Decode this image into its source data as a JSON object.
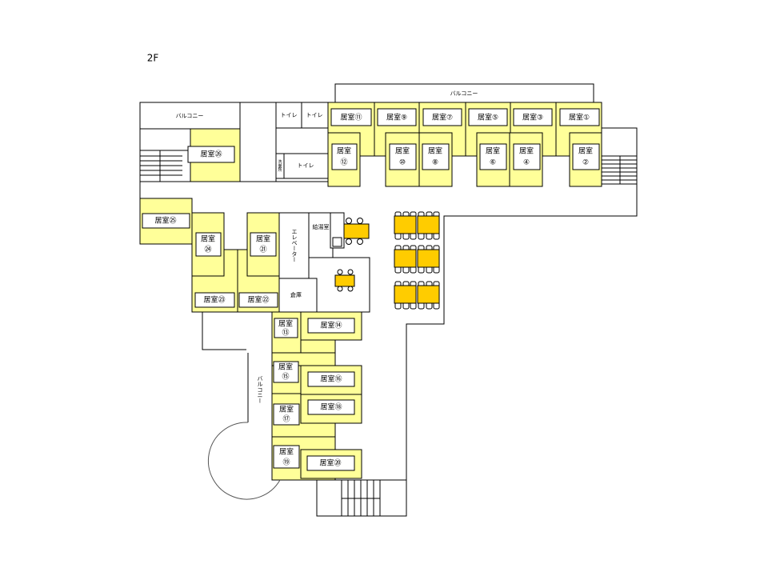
{
  "floor_label": "2F",
  "labels": {
    "balcony_top": "バルコニー",
    "balcony_left": "バルコニー",
    "balcony_bottom": "バルコニー",
    "toilet_1": "トイレ",
    "toilet_2": "トイレ",
    "toilet_3": "トイレ",
    "washroom": "洗面所",
    "elevator": "エレベーター",
    "kitchenette": "給湯室",
    "storage": "倉庫"
  },
  "rooms": {
    "r1": "居室①",
    "r2a": "居室",
    "r2b": "②",
    "r3": "居室③",
    "r4a": "居室",
    "r4b": "④",
    "r5": "居室⑤",
    "r6a": "居室",
    "r6b": "⑥",
    "r7": "居室⑦",
    "r8a": "居室",
    "r8b": "⑧",
    "r9": "居室⑨",
    "r10a": "居室",
    "r10b": "⑩",
    "r11": "居室⑪",
    "r12a": "居室",
    "r12b": "⑫",
    "r13a": "居室",
    "r13b": "⑬",
    "r14": "居室⑭",
    "r15a": "居室",
    "r15b": "⑮",
    "r16": "居室⑯",
    "r17a": "居室",
    "r17b": "⑰",
    "r18": "居室⑱",
    "r19a": "居室",
    "r19b": "⑲",
    "r20": "居室⑳",
    "r21a": "居室",
    "r21b": "㉑",
    "r22": "居室㉒",
    "r23": "居室㉓",
    "r24a": "居室",
    "r24b": "㉔",
    "r25": "居室㉕",
    "r26": "居室㉖"
  },
  "colors": {
    "room": "#ffff99",
    "table": "#ffcc00"
  }
}
